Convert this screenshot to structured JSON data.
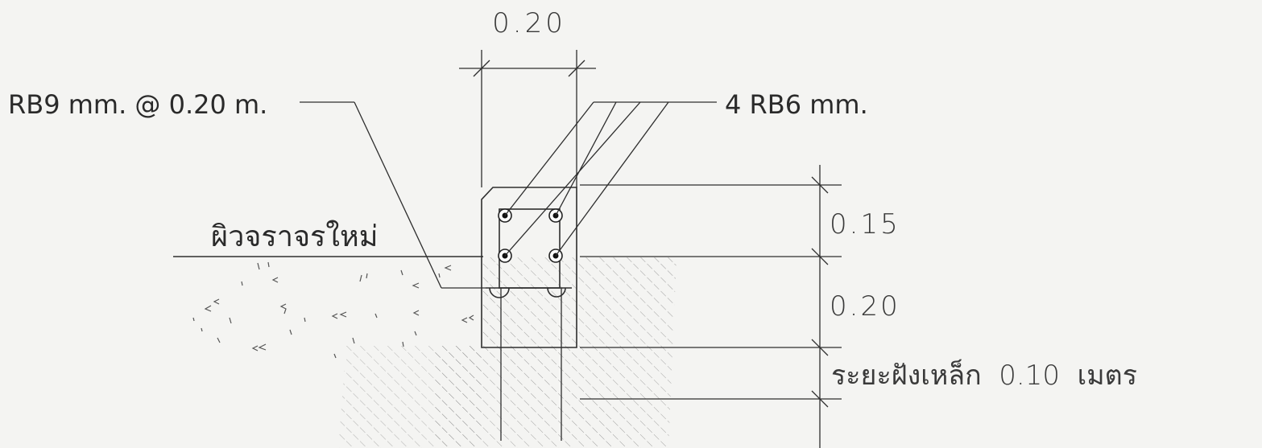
{
  "drawing": {
    "dim_top_width": "0.20",
    "label_stirrup": "RB9 mm. @ 0.20 m.",
    "label_main_bars": "4 RB6 mm.",
    "label_new_road_surface": "ผิวจราจรใหม่",
    "dim_upper": "0.15",
    "dim_middle": "0.20",
    "label_embedment": "ระยะฝังเหล็ก  0.10  เมตร"
  }
}
